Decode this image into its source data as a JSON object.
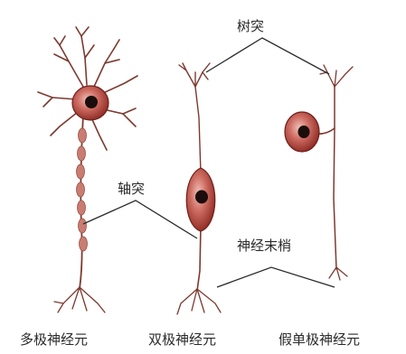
{
  "callouts": {
    "dendrite": "树突",
    "axon": "轴突",
    "nerve_ending": "神经末梢"
  },
  "captions": {
    "multipolar": "多极神经元",
    "bipolar": "双极神经元",
    "pseudounipolar": "假单极神经元"
  },
  "colors": {
    "cell_body": "#b0413a",
    "cell_edge": "#6f1f1a",
    "nucleus": "#1a0d0b",
    "process": "#7d3a30",
    "myelin": "#c97d72",
    "leader_line": "#2b2b2b"
  }
}
